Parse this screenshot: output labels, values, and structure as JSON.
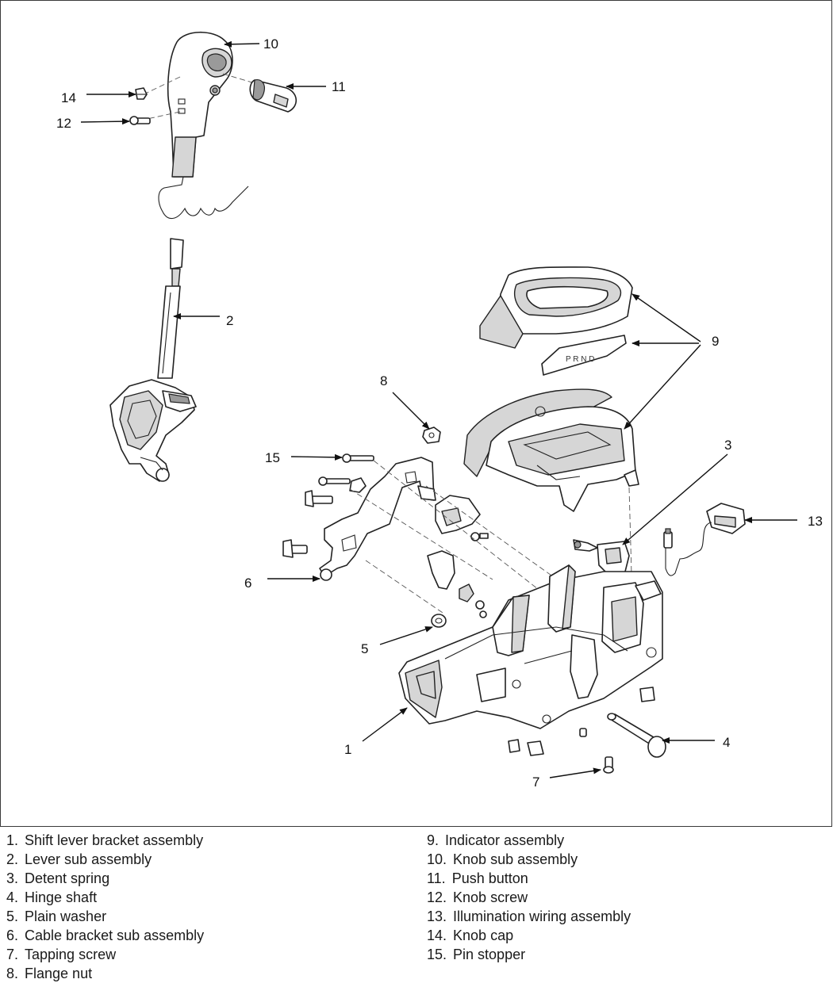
{
  "callouts": [
    {
      "num": "1"
    },
    {
      "num": "2"
    },
    {
      "num": "3"
    },
    {
      "num": "4"
    },
    {
      "num": "5"
    },
    {
      "num": "6"
    },
    {
      "num": "7"
    },
    {
      "num": "8"
    },
    {
      "num": "9"
    },
    {
      "num": "10"
    },
    {
      "num": "11"
    },
    {
      "num": "12"
    },
    {
      "num": "13"
    },
    {
      "num": "14"
    },
    {
      "num": "15"
    }
  ],
  "legend": {
    "left": [
      {
        "num": "1.",
        "text": "Shift lever bracket assembly"
      },
      {
        "num": "2.",
        "text": "Lever sub assembly"
      },
      {
        "num": "3.",
        "text": "Detent spring"
      },
      {
        "num": "4.",
        "text": "Hinge shaft"
      },
      {
        "num": "5.",
        "text": "Plain washer"
      },
      {
        "num": "6.",
        "text": "Cable bracket sub assembly"
      },
      {
        "num": "7.",
        "text": "Tapping screw"
      },
      {
        "num": "8.",
        "text": "Flange nut"
      }
    ],
    "right": [
      {
        "num": "9.",
        "text": "Indicator assembly"
      },
      {
        "num": "10.",
        "text": "Knob sub assembly"
      },
      {
        "num": "11.",
        "text": "Push button"
      },
      {
        "num": "12.",
        "text": "Knob screw"
      },
      {
        "num": "13.",
        "text": "Illumination wiring assembly"
      },
      {
        "num": "14.",
        "text": "Knob cap"
      },
      {
        "num": "15.",
        "text": "Pin stopper"
      }
    ]
  }
}
